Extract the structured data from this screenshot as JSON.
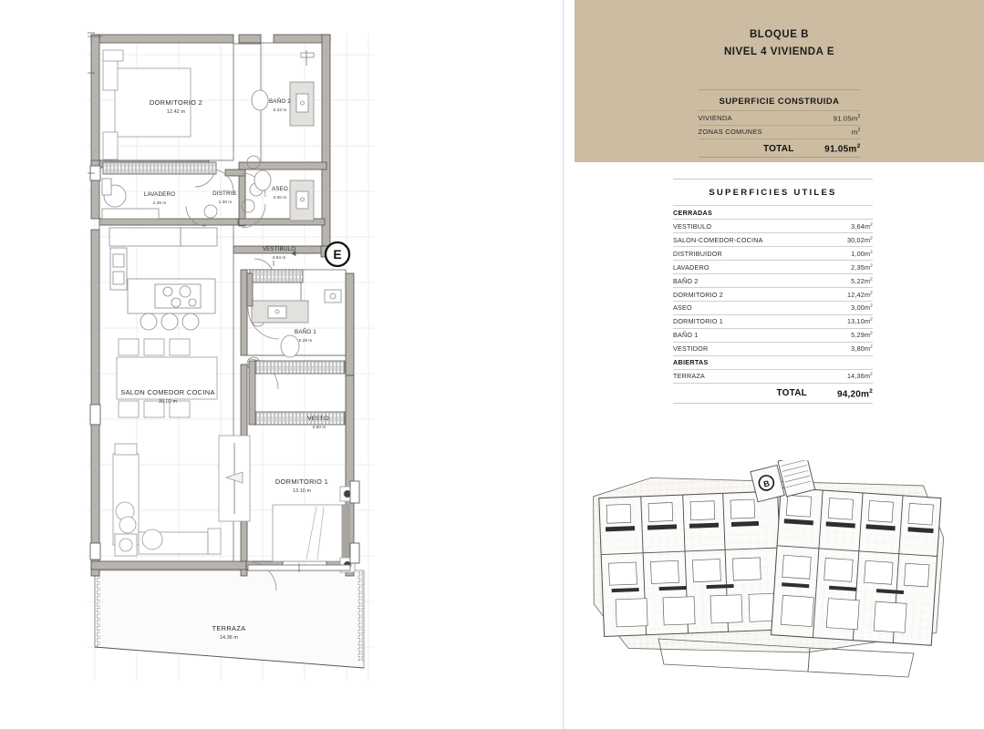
{
  "title_block": {
    "line1": "BLOQUE B",
    "line2": "NIVEL 4 VIVIENDA E",
    "built_table": {
      "heading": "SUPERFICIE CONSTRUIDA",
      "rows": [
        {
          "label": "VIVIENDA",
          "value": "91.05",
          "unit": "m"
        },
        {
          "label": "ZONAS COMUNES",
          "value": "",
          "unit": "m"
        }
      ],
      "total_label": "TOTAL",
      "total_value": "91.05",
      "total_unit": "m"
    }
  },
  "useful_table": {
    "heading": "SUPERFICIES UTILES",
    "section_closed": "CERRADAS",
    "section_open": "ABIERTAS",
    "closed_rows": [
      {
        "label": "VESTIBULO",
        "value": "3,64",
        "unit": "m"
      },
      {
        "label": "SALON-COMEDOR-COCINA",
        "value": "30,02",
        "unit": "m"
      },
      {
        "label": "DISTRIBUIDOR",
        "value": "1,00",
        "unit": "m"
      },
      {
        "label": "LAVADERO",
        "value": "2,35",
        "unit": "m"
      },
      {
        "label": "BAÑO 2",
        "value": "5,22",
        "unit": "m"
      },
      {
        "label": "DORMITORIO 2",
        "value": "12,42",
        "unit": "m"
      },
      {
        "label": "ASEO",
        "value": "3,00",
        "unit": "m"
      },
      {
        "label": "DORMITORIO 1",
        "value": "13,10",
        "unit": "m"
      },
      {
        "label": "BAÑO 1",
        "value": "5,29",
        "unit": "m"
      },
      {
        "label": "VESTIDOR",
        "value": "3,80",
        "unit": "m"
      }
    ],
    "open_rows": [
      {
        "label": "TERRAZA",
        "value": "14,36",
        "unit": "m"
      }
    ],
    "total_label": "TOTAL",
    "total_value": "94,20",
    "total_unit": "m"
  },
  "floor_plan": {
    "unit_marker": "E",
    "rooms": [
      {
        "key": "dormitorio2",
        "name": "DORMITORIO 2",
        "area": "12.42 m"
      },
      {
        "key": "bano2",
        "name": "BAÑO 2",
        "area": "5.22 m"
      },
      {
        "key": "lavadero",
        "name": "LAVADERO",
        "area": "2.35 m"
      },
      {
        "key": "distribuidor",
        "name": "DISTRIB.",
        "area": "1.00 m"
      },
      {
        "key": "aseo",
        "name": "ASEO",
        "area": "3.00 m"
      },
      {
        "key": "vestibulo",
        "name": "VESTIBULO",
        "area": "3.64 m"
      },
      {
        "key": "bano1",
        "name": "BAÑO 1",
        "area": "5.29 m"
      },
      {
        "key": "salon",
        "name": "SALON COMEDOR COCINA",
        "area": "30.02 m"
      },
      {
        "key": "vestidor",
        "name": "VESTID.",
        "area": "3.80 m"
      },
      {
        "key": "dormitorio1",
        "name": "DORMITORIO 1",
        "area": "13.10 m"
      },
      {
        "key": "terraza",
        "name": "TERRAZA",
        "area": "14.36 m"
      }
    ]
  },
  "key_plan": {
    "marker": "B"
  },
  "colors": {
    "title_block_bg": "#cbbca2",
    "wall_fill": "#b8b4ad",
    "plan_line": "#3a3a3a",
    "grid_line": "#e6e4e0",
    "text": "#1c1c1c"
  }
}
